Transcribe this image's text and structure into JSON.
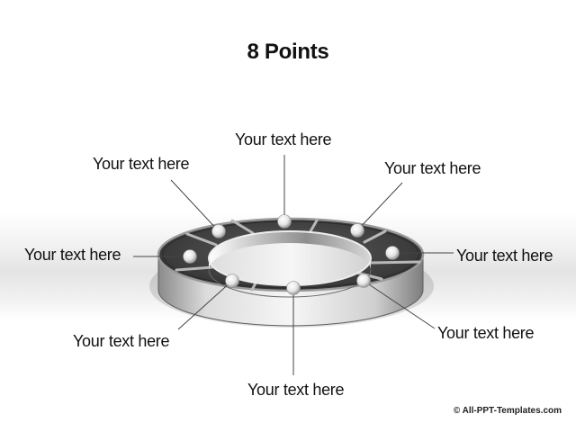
{
  "title": "8 Points",
  "labels": [
    "Your text here",
    "Your text here",
    "Your text here",
    "Your text here",
    "Your text here",
    "Your text here",
    "Your text here",
    "Your text here"
  ],
  "copyright": "© All-PPT-Templates.com"
}
